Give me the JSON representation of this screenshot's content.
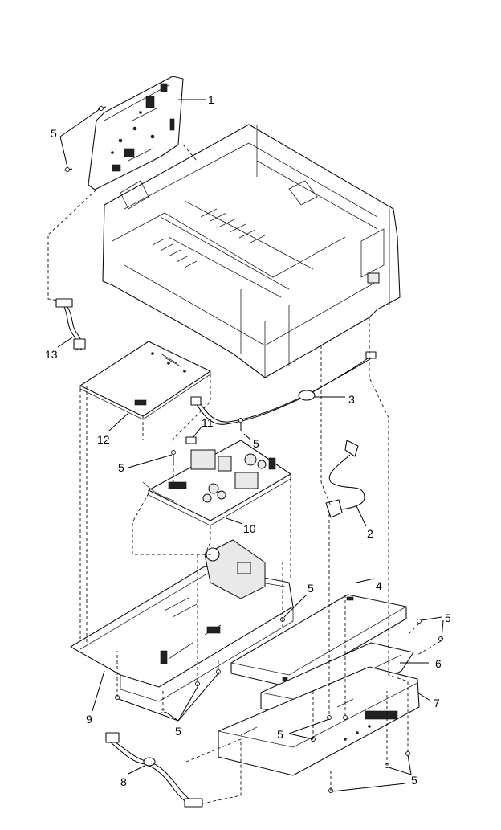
{
  "callouts": {
    "c1": "1",
    "c2": "2",
    "c3": "3",
    "c4": "4",
    "c5_top": "5",
    "c5_board10": "5",
    "c5_board10b": "5",
    "c5_tray": "5",
    "c5_right": "5",
    "c5_bottom_left": "5",
    "c5_bottom_mid": "5",
    "c5_bottom_right": "5",
    "c6": "6",
    "c7": "7",
    "c8": "8",
    "c9": "9",
    "c10": "10",
    "c11": "11",
    "c12": "12",
    "c13": "13"
  }
}
